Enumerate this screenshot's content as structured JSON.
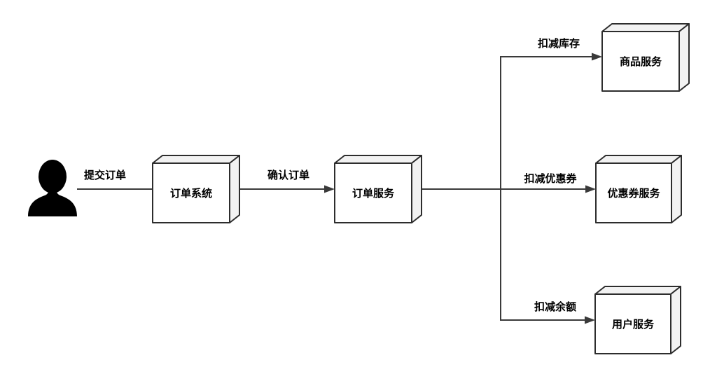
{
  "diagram": {
    "title": "order-flow-diagram",
    "actor": {
      "id": "user",
      "icon": "person-silhouette-icon"
    },
    "nodes": [
      {
        "id": "order-system",
        "label": "订单系统"
      },
      {
        "id": "order-service",
        "label": "订单服务"
      },
      {
        "id": "product-service",
        "label": "商品服务"
      },
      {
        "id": "coupon-service",
        "label": "优惠券服务"
      },
      {
        "id": "user-service",
        "label": "用户服务"
      }
    ],
    "edges": [
      {
        "from": "user",
        "to": "order-system",
        "label": "提交订单",
        "arrowhead": false
      },
      {
        "from": "order-system",
        "to": "order-service",
        "label": "确认订单",
        "arrowhead": true
      },
      {
        "from": "order-service",
        "to": "product-service",
        "label": "扣减库存",
        "arrowhead": true
      },
      {
        "from": "order-service",
        "to": "coupon-service",
        "label": "扣减优惠券",
        "arrowhead": true
      },
      {
        "from": "order-service",
        "to": "user-service",
        "label": "扣减余额",
        "arrowhead": true
      }
    ],
    "colors": {
      "background": "#ffffff",
      "box_front": "#ffffff",
      "box_shade": "#f2f2f2",
      "box_border": "#2d2d2d",
      "edge_line": "#3a3a3a",
      "text": "#000000",
      "actor": "#000000"
    }
  }
}
